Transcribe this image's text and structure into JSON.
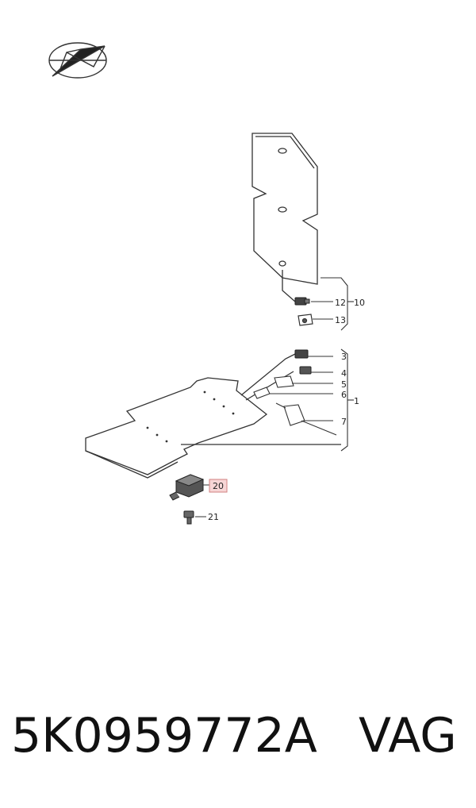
{
  "callouts": {
    "c1": "1",
    "c3": "3",
    "c4": "4",
    "c5": "5",
    "c6": "6",
    "c7": "7",
    "c10": "10",
    "c12": "12",
    "c13": "13",
    "c20": "20",
    "c21": "21"
  },
  "footer": {
    "part_number": "5K0959772A",
    "brand": "VAG"
  },
  "colors": {
    "line": "#333333",
    "highlight_fill": "#f7d6d6",
    "highlight_stroke": "#d08080"
  },
  "icons": {
    "logo": "paper-plane-logo-icon"
  }
}
